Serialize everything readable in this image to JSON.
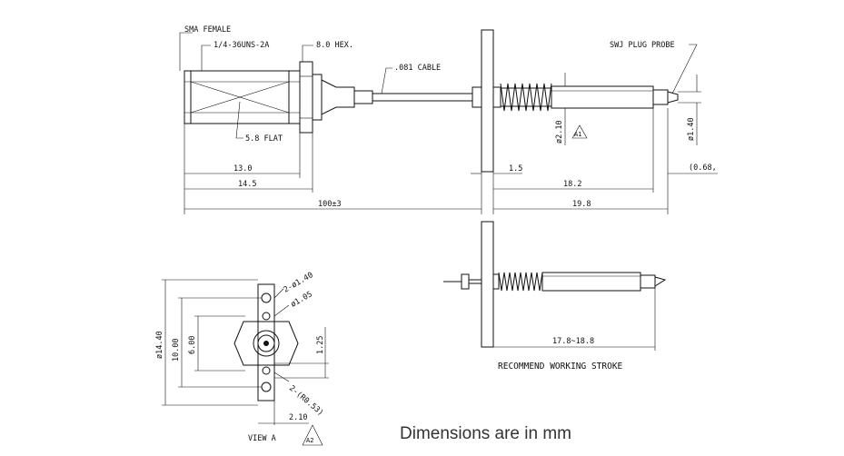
{
  "labels": {
    "sma_female": "SMA FEMALE",
    "thread": "1/4-36UNS-2A",
    "hex": "8.0 HEX.",
    "cable": ".081 CABLE",
    "probe": "SWJ PLUG PROBE",
    "flat": "5.8 FLAT"
  },
  "dims": {
    "d_13": "13.0",
    "d_14_5": "14.5",
    "d_100": "100±3",
    "d_1_5": "1.5",
    "d_18_2": "18.2",
    "d_19_8": "19.8",
    "d_2_10": "ø2.10",
    "d_1_40": "ø1.40",
    "d_068": "(0.68,",
    "a1": "A1"
  },
  "view_a": {
    "title": "VIEW A",
    "holes": "2-ø1.40",
    "hole2": "ø1.05",
    "d_14_40": "ø14.40",
    "d_10": "10.00",
    "d_6": "6.00",
    "d_1_25": "1.25",
    "radius": "2-(R0.53)",
    "d_2_10": "2.10",
    "a2": "A2"
  },
  "stroke_view": {
    "range": "17.8~18.8",
    "note": "RECOMMEND WORKING STROKE"
  },
  "caption": "Dimensions are in mm"
}
